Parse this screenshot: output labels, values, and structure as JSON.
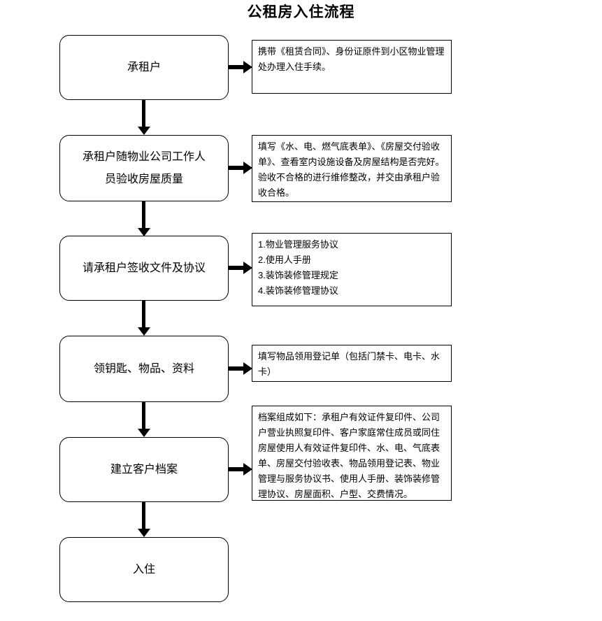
{
  "document": {
    "title": "公租房入住流程",
    "page_background": "#ffffff",
    "line_color": "#000000"
  },
  "flow": {
    "steps": [
      {
        "id": "step-1",
        "node_label": "承租户",
        "note_label": "携带《租赁合同》、身份证原件到小区物业管理处办理入住手续。",
        "has_note": true,
        "has_down_arrow": true
      },
      {
        "id": "step-2",
        "node_label": "承租户随物业公司工作人\n员验收房屋质量",
        "note_label": "填写《水、电、燃气底表单》、《房屋交付验收单》、查看室内设施设备及房屋结构是否完好。验收不合格的进行维修整改，并交由承租户验收合格。",
        "has_note": true,
        "has_down_arrow": true
      },
      {
        "id": "step-3",
        "node_label": "请承租户签收文件及协议",
        "note_label": "1.物业管理服务协议\n2.使用人手册\n3.装饰装修管理规定\n4.装饰装修管理协议",
        "has_note": true,
        "has_down_arrow": true
      },
      {
        "id": "step-4",
        "node_label": "领钥匙、物品、资料",
        "note_label": "填写物品领用登记单（包括门禁卡、电卡、水卡）",
        "has_note": true,
        "has_down_arrow": true
      },
      {
        "id": "step-5",
        "node_label": "建立客户档案",
        "note_label": "档案组成如下：承租户有效证件复印件、公司户营业执照复印件、客户家庭常住成员或同住房屋使用人有效证件复印件、水、电、气底表单、房屋交付验收表、物品领用登记表、物业管理与服务协议书、使用人手册、装饰装修管理协议、房屋面积、户型、交费情况。",
        "has_note": true,
        "has_down_arrow": true
      },
      {
        "id": "step-6",
        "node_label": "入住",
        "note_label": "",
        "has_note": false,
        "has_down_arrow": false
      }
    ]
  }
}
